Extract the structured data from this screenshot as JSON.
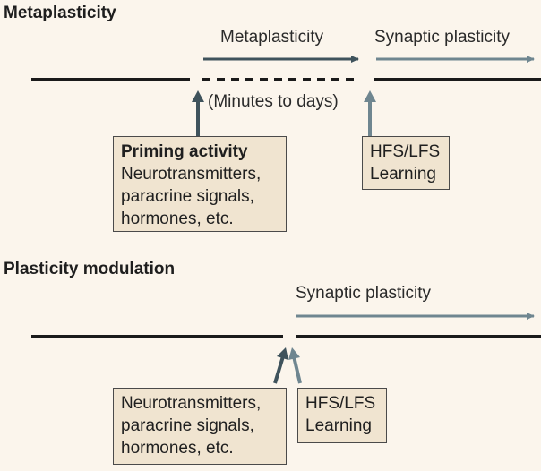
{
  "section_top": {
    "heading": "Metaplasticity",
    "arrow_label_left": "Metaplasticity",
    "arrow_label_right": "Synaptic plasticity",
    "interval_label": "(Minutes to days)",
    "priming_box": {
      "title": "Priming activity",
      "lines": [
        "Neurotransmitters,",
        "paracrine signals,",
        "hormones, etc."
      ]
    },
    "trigger_box": {
      "lines": [
        "HFS/LFS",
        "Learning"
      ]
    }
  },
  "section_bottom": {
    "heading": "Plasticity modulation",
    "arrow_label": "Synaptic plasticity",
    "modulator_box": {
      "lines": [
        "Neurotransmitters,",
        "paracrine signals,",
        "hormones, etc."
      ]
    },
    "trigger_box": {
      "lines": [
        "HFS/LFS",
        "Learning"
      ]
    }
  },
  "colors": {
    "background": "#fbf5ec",
    "timeline": "#1a1a1a",
    "dark_arrow": "#3f535c",
    "light_arrow": "#6f8690",
    "box_fill": "#f0e4d0"
  }
}
